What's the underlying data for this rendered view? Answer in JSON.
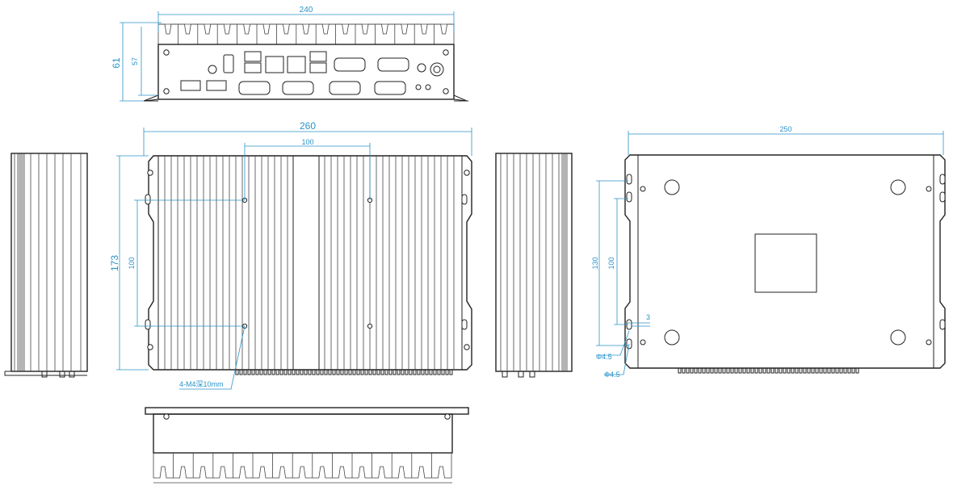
{
  "dimensions": {
    "front_width": "240",
    "front_height_outer": "61",
    "front_height_inner": "57",
    "top_width": "260",
    "top_hole_spacing_x": "100",
    "top_height": "173",
    "top_hole_spacing_y": "100",
    "bottom_width": "250",
    "bottom_height_outer": "130",
    "bottom_height_inner": "100",
    "slot_width": "3",
    "hole_dia_1": "Φ4.5",
    "hole_dia_2": "Φ4.5"
  },
  "annotations": {
    "mount_holes": "4-M4深10mm"
  },
  "colors": {
    "line": "#222222",
    "dimension": "#2b93c8",
    "background": "#ffffff"
  }
}
